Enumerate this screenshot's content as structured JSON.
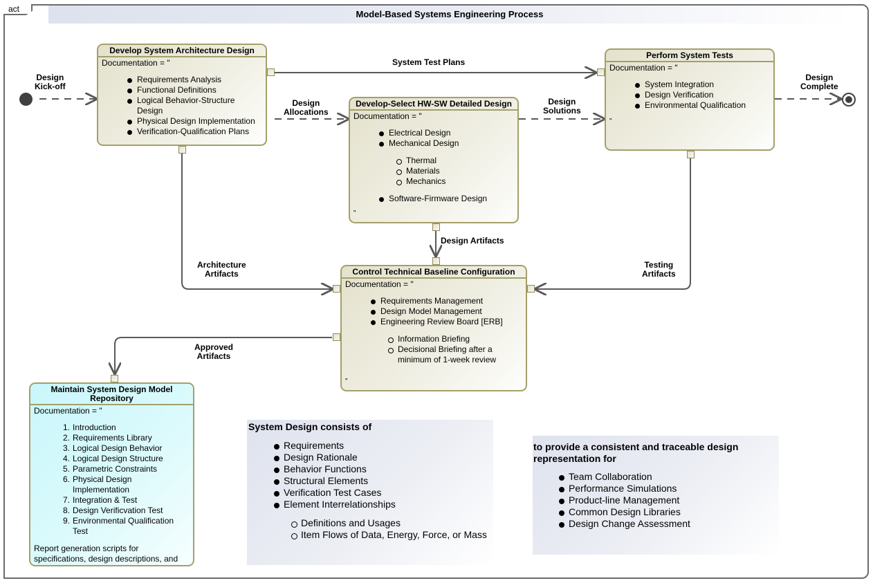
{
  "frame": {
    "kind": "act",
    "title": "Model-Based Systems Engineering Process"
  },
  "colors": {
    "action_border": "#a3a069",
    "action_fill": "#efeee2",
    "repository_fill": "#dcfafc",
    "note_fill": "#e4e7f0",
    "edge": "#595959"
  },
  "nodes": {
    "initial": {
      "label": "Design Kick-off",
      "label_lines": [
        "Design",
        "Kick-off"
      ]
    },
    "final": {
      "label": "Design Complete",
      "label_lines": [
        "Design",
        "Complete"
      ]
    }
  },
  "actions": {
    "architecture": {
      "title": "Develop System Architecture Design",
      "doc_open": "Documentation = \"",
      "bullets": [
        "Requirements Analysis",
        "Functional Definitions",
        "Logical Behavior-Structure Design",
        "Physical Design Implementation",
        "Verification-Qualification Plans"
      ],
      "doc_close": "\""
    },
    "detailed": {
      "title": "Develop-Select HW-SW Detailed Design",
      "doc_open": "Documentation = \"",
      "bullets_a": [
        "Electrical Design",
        "Mechanical Design"
      ],
      "sub_bullets": [
        "Thermal",
        "Materials",
        "Mechanics"
      ],
      "bullets_b": [
        "Software-Firmware Design"
      ],
      "doc_close": "\""
    },
    "tests": {
      "title": "Perform System Tests",
      "doc_open": "Documentation = \"",
      "bullets": [
        "System Integration",
        "Design Verification",
        "Environmental Qualification"
      ],
      "doc_close": "\""
    },
    "baseline": {
      "title": "Control Technical Baseline Configuration",
      "doc_open": "Documentation = \"",
      "bullets": [
        "Requirements Management",
        "Design Model Management",
        "Engineering Review Board [ERB]"
      ],
      "sub_bullets": [
        "Information Briefing",
        "Decisional Briefing after a minimum of 1-week review"
      ],
      "doc_close": "\""
    },
    "repository": {
      "title": "Maintain System Design Model Repository",
      "doc_open": "Documentation = \"",
      "numbered": [
        "Introduction",
        "Requirements Library",
        "Logical Design Behavior",
        "Logical Design Structure",
        "Parametric Constraints",
        "Physical Design Implementation",
        "Integration & Test",
        "Design Verificvation Test",
        "Environmental Qualification Test"
      ],
      "footer": "Report generation scripts for specifications, design descriptions, and test plans - procedures - reports",
      "doc_close": "\""
    }
  },
  "flows": {
    "system_test_plans": "System Test Plans",
    "design_allocations": [
      "Design",
      "Allocations"
    ],
    "design_solutions": [
      "Design",
      "Solutions"
    ],
    "design_artifacts": "Design Artifacts",
    "architecture_artifacts": [
      "Architecture",
      "Artifacts"
    ],
    "testing_artifacts": [
      "Testing",
      "Artifacts"
    ],
    "approved_artifacts": [
      "Approved",
      "Artifacts"
    ]
  },
  "notes": {
    "system_design": {
      "heading": "System Design consists of",
      "bullets": [
        "Requirements",
        "Design Rationale",
        "Behavior Functions",
        "Structural Elements",
        "Verification Test Cases",
        "Element Interrelationships"
      ],
      "sub_bullets": [
        "Definitions and Usages",
        "Item Flows of Data, Energy, Force, or Mass"
      ]
    },
    "purpose": {
      "heading": "to provide a consistent and traceable design representation for",
      "bullets": [
        "Team Collaboration",
        "Performance Simulations",
        "Product-line Management",
        "Common Design Libraries",
        "Design Change Assessment"
      ]
    }
  }
}
